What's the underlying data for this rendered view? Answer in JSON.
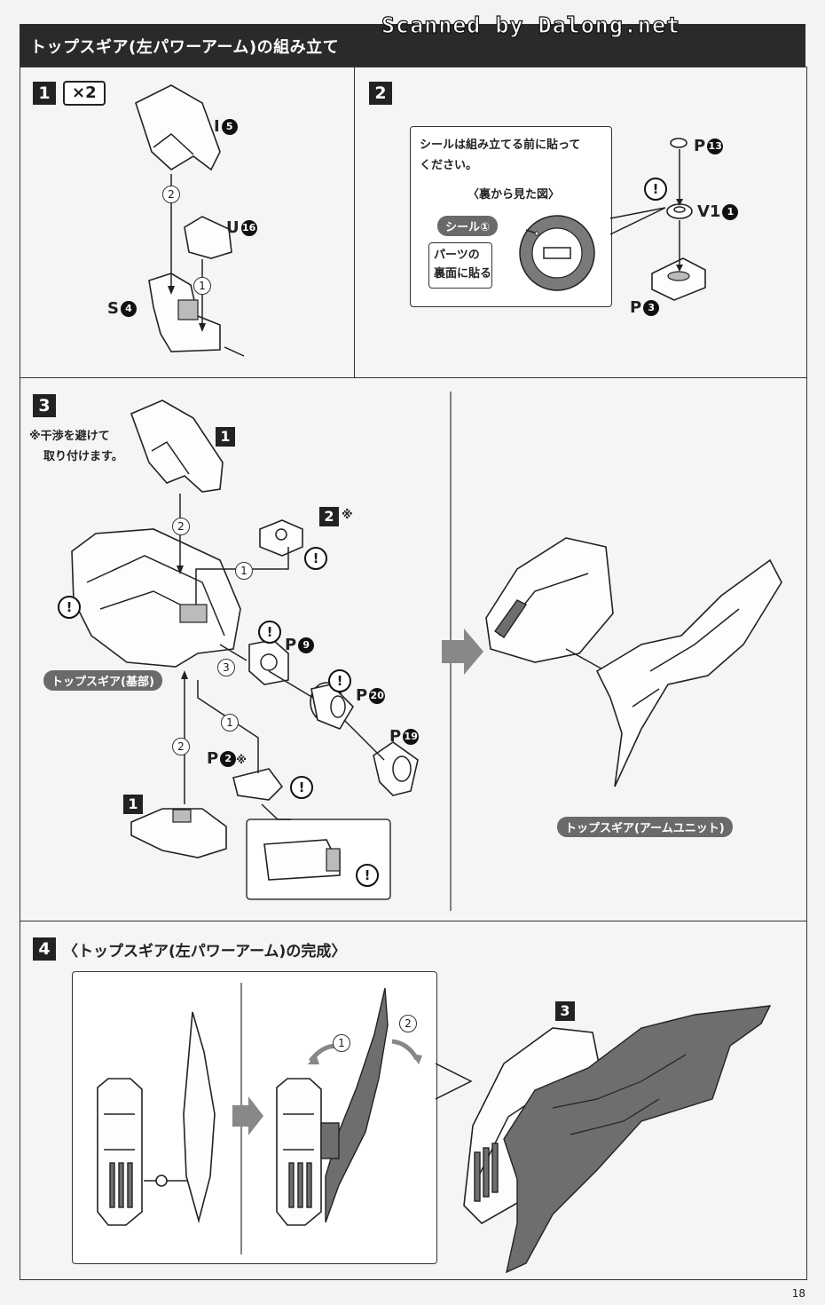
{
  "header": {
    "title": "トップスギア(左パワーアーム)の組み立て",
    "watermark": "Scanned by Dalong.net"
  },
  "step1": {
    "number": "1",
    "multiplier": "×2",
    "parts": [
      {
        "letter": "I",
        "num": "5"
      },
      {
        "letter": "U",
        "num": "16"
      },
      {
        "letter": "S",
        "num": "4"
      }
    ],
    "order": [
      "2",
      "1"
    ]
  },
  "step2": {
    "number": "2",
    "note_line1": "シールは組み立てる前に貼って",
    "note_line2": "ください。",
    "view_label": "〈裏から見た図〉",
    "sticker_label": "シール①",
    "apply_line1": "パーツの",
    "apply_line2": "裏面に貼る",
    "parts": [
      {
        "letter": "P",
        "num": "13"
      },
      {
        "letter": "V1",
        "num": "1"
      },
      {
        "letter": "P",
        "num": "3"
      }
    ],
    "warn": "!"
  },
  "step3": {
    "number": "3",
    "note_line1": "※干渉を避けて",
    "note_line2": "取り付けます。",
    "ref1": "1",
    "ref2": "2",
    "ref2_mark": "※",
    "ref_bottom": "1",
    "base_label": "トップスギア(基部)",
    "unit_label": "トップスギア(アームユニット)",
    "parts": [
      {
        "letter": "P",
        "num": "9"
      },
      {
        "letter": "P",
        "num": "20"
      },
      {
        "letter": "P",
        "num": "19"
      },
      {
        "letter": "P",
        "num": "2",
        "mark": "※"
      }
    ],
    "order": [
      "2",
      "1",
      "3",
      "1",
      "2"
    ],
    "warn": "!"
  },
  "step4": {
    "number": "4",
    "title": "〈トップスギア(左パワーアーム)の完成〉",
    "ref": "3",
    "order": [
      "1",
      "2"
    ]
  },
  "page_number": "18"
}
